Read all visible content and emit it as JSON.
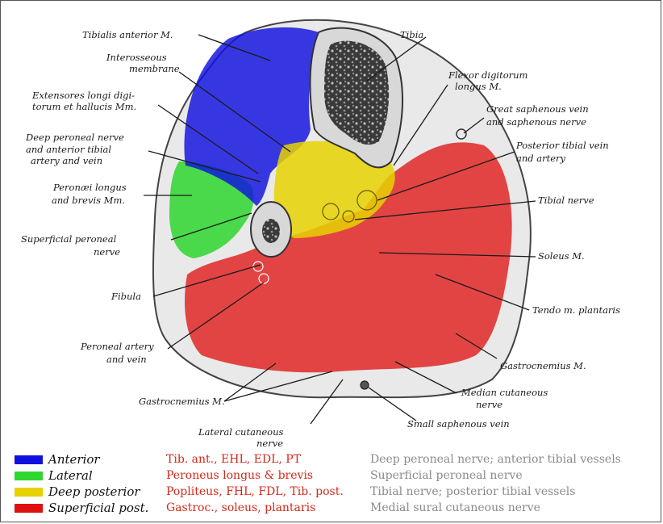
{
  "labels": {
    "tibialis_anterior": "Tibialis anterior M.",
    "tibia": "Tibia",
    "interosseous_1": "Interosseous",
    "interosseous_2": "membrane",
    "extensores_1": "Extensores longi digi-",
    "extensores_2": "torum et hallucis Mm.",
    "flexor_1": "Flexor digitorum",
    "flexor_2": "longus M.",
    "great_saph_1": "Great saphenous vein",
    "great_saph_2": "and saphenous nerve",
    "deep_peroneal_1": "Deep peroneal nerve",
    "deep_peroneal_2": "and anterior tibial",
    "deep_peroneal_3": "artery and vein",
    "post_tibial_1": "Posterior tibial vein",
    "post_tibial_2": "and artery",
    "peronaei_1": "Peronæi longus",
    "peronaei_2": "and brevis Mm.",
    "tibial_nerve": "Tibial nerve",
    "superficial_peroneal_1": "Superficial peroneal",
    "superficial_peroneal_2": "nerve",
    "soleus": "Soleus M.",
    "fibula": "Fibula",
    "tendo": "Tendo m. plantaris",
    "peroneal_artery_1": "Peroneal artery",
    "peroneal_artery_2": "and vein",
    "gastrocnemius_medial": "Gastrocnemius M.",
    "gastrocnemius_lateral": "Gastrocnemius M.",
    "median_cutaneous_1": "Median cutaneous",
    "median_cutaneous_2": "nerve",
    "small_saphenous": "Small saphenous vein",
    "lateral_cutaneous_1": "Lateral cutaneous",
    "lateral_cutaneous_2": "nerve"
  },
  "colors": {
    "anterior": "#1010e0",
    "lateral": "#2ed62e",
    "deep_posterior": "#e6d200",
    "superficial_posterior": "#e01010",
    "muscle_text": "#d22a1a",
    "nerve_text": "#8a8a8a"
  },
  "legend": [
    {
      "group": "Anterior",
      "muscles": "Tib. ant., EHL, EDL, PT",
      "nerves": "Deep peroneal nerve; anterior tibial vessels",
      "color": "#1010e0"
    },
    {
      "group": "Lateral",
      "muscles": "Peroneus longus & brevis",
      "nerves": "Superficial peroneal nerve",
      "color": "#2ed62e"
    },
    {
      "group": "Deep posterior",
      "muscles": "Popliteus, FHL, FDL, Tib. post.",
      "nerves": "Tibial nerve; posterior tibial vessels",
      "color": "#e6d200"
    },
    {
      "group": "Superficial post.",
      "muscles": "Gastroc., soleus, plantaris",
      "nerves": "Medial sural cutaneous nerve",
      "color": "#e01010"
    }
  ]
}
